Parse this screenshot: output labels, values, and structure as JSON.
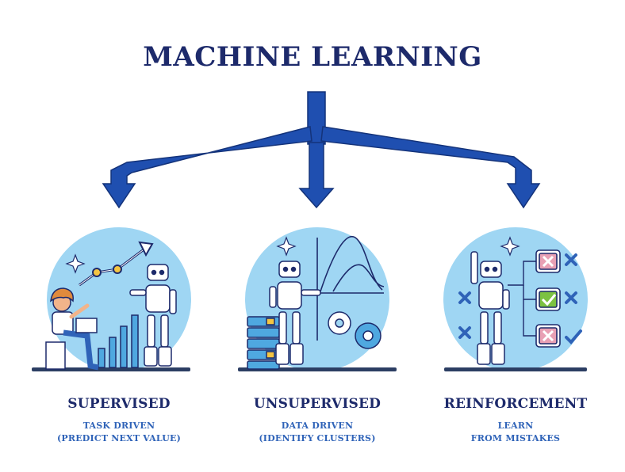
{
  "title": "MACHINE LEARNING",
  "colors": {
    "navy": "#1d2a6b",
    "arrow": "#1f4fb0",
    "circle": "#7ec8ef",
    "accent_blue": "#2f63b8",
    "check_green": "#7cc242",
    "cross_pink": "#e8a0b4"
  },
  "categories": [
    {
      "name": "SUPERVISED",
      "line1": "TASK DRIVEN",
      "line2": "(PREDICT NEXT VALUE)",
      "illustration": "person-teaching-robot-growth-chart"
    },
    {
      "name": "UNSUPERVISED",
      "line1": "DATA DRIVEN",
      "line2": "(IDENTIFY CLUSTERS)",
      "illustration": "robot-with-servers-gears-curves"
    },
    {
      "name": "REINFORCEMENT",
      "line1": "LEARN",
      "line2": "FROM MISTAKES",
      "illustration": "robot-with-check-and-cross-boxes"
    }
  ]
}
